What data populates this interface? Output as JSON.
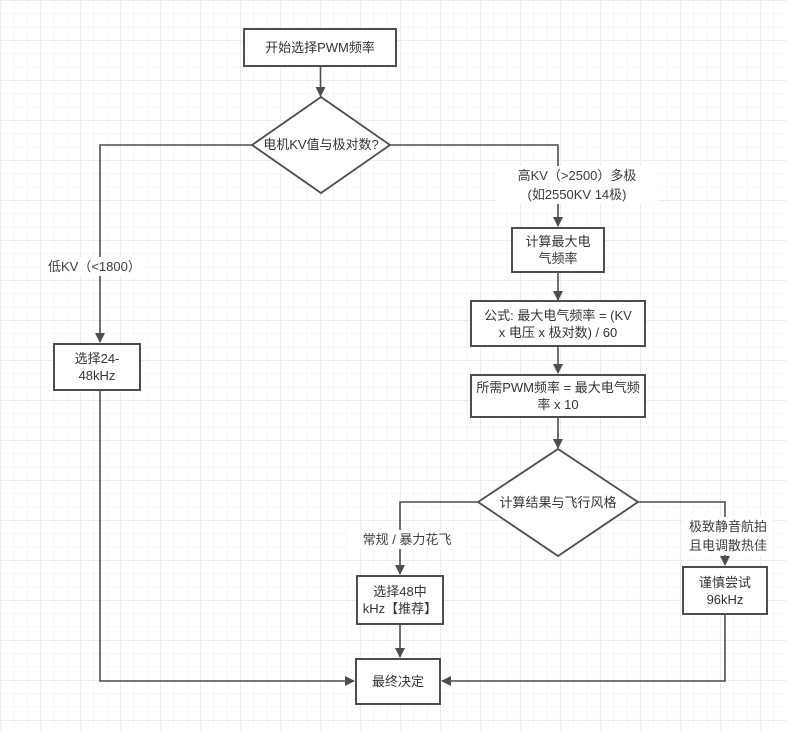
{
  "diagram": {
    "nodes": {
      "start": {
        "label": "开始选择PWM频率"
      },
      "decision_kv": {
        "label": "电机KV值与极对数?"
      },
      "calc_max": {
        "line1": "计算最大电",
        "line2": "气频率"
      },
      "formula": {
        "line1": "公式: 最大电气频率 = (KV",
        "line2": "x 电压 x 极对数) / 60"
      },
      "pwm_required": {
        "line1": "所需PWM频率 = 最大电气频",
        "line2": "率 x 10"
      },
      "decision_style": {
        "label": "计算结果与飞行风格"
      },
      "choose_24_48": {
        "line1": "选择24-",
        "line2": "48kHz"
      },
      "choose_48": {
        "line1": "选择48中",
        "line2": "kHz【推荐】"
      },
      "caution_96": {
        "line1": "谨慎尝试",
        "line2": "96kHz"
      },
      "final": {
        "label": "最终决定"
      }
    },
    "edge_labels": {
      "low_kv": "低KV（<1800）",
      "high_kv_line1": "高KV（>2500）多极",
      "high_kv_line2": "(如2550KV 14极)",
      "normal_style": "常规 / 暴力花飞",
      "quiet_line1": "极致静音航拍",
      "quiet_line2": "且电调散热佳"
    },
    "colors": {
      "stroke": "#4d4d4d",
      "text": "#333333",
      "node_fill": "#ffffff",
      "grid_minor": "#f6f6f6",
      "grid_major": "#ececec"
    }
  }
}
